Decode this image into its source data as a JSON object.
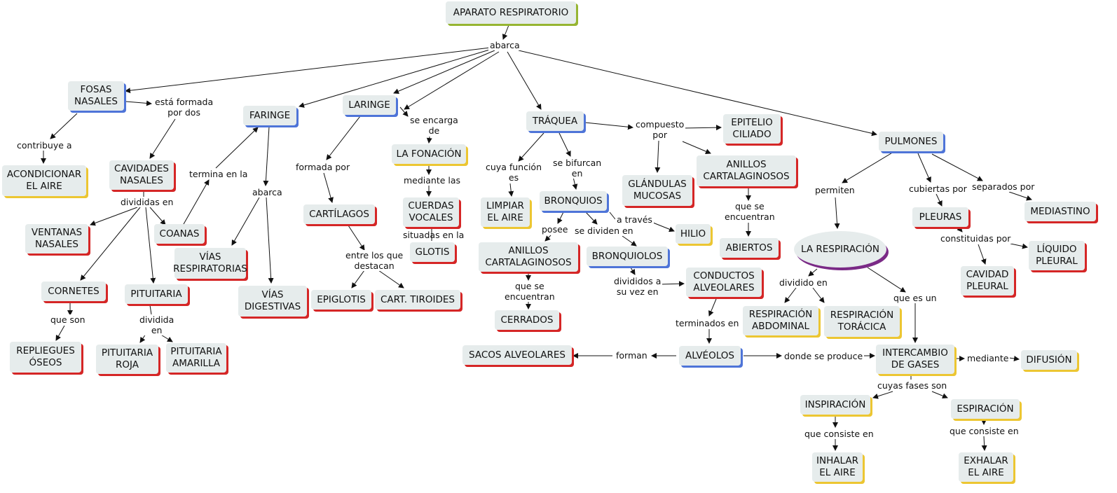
{
  "nodes": {
    "aparato": "APARATO RESPIRATORIO",
    "fosas": "FOSAS\nNASALES",
    "faringe": "FARINGE",
    "laringe": "LARINGE",
    "traquea": "TRÁQUEA",
    "pulmones": "PULMONES",
    "acondicionar": "ACONDICIONAR\nEL AIRE",
    "cavidades": "CAVIDADES\nNASALES",
    "ventanas": "VENTANAS\nNASALES",
    "coanas": "COANAS",
    "cornetes": "CORNETES",
    "pituitaria": "PITUITARIA",
    "repliegues": "REPLIEGUES\nÓSEOS",
    "pit_roja": "PITUITARIA\nROJA",
    "pit_amarilla": "PITUITARIA\nAMARILLA",
    "vias_resp": "VÍAS\nRESPIRATORIAS",
    "vias_dig": "VÍAS\nDIGESTIVAS",
    "cartilagos": "CARTÍLAGOS",
    "epiglotis": "EPIGLOTIS",
    "cart_tiroides": "CART. TIROIDES",
    "fonacion": "LA FONACIÓN",
    "cuerdas": "CUERDAS\nVOCALES",
    "glotis": "GLOTIS",
    "limpiar": "LIMPIAR\nEL AIRE",
    "bronquios": "BRONQUIOS",
    "anillos_b": "ANILLOS\nCARTALAGINOSOS",
    "cerrados": "CERRADOS",
    "bronquiolos": "BRONQUIOLOS",
    "hilio": "HILIO",
    "conductos": "CONDUCTOS\nALVEOLARES",
    "alveolos": "ALVÉOLOS",
    "sacos": "SACOS ALVEOLARES",
    "epitelio": "EPITELIO\nCILIADO",
    "glandulas": "GLÁNDULAS\nMUCOSAS",
    "anillos_t": "ANILLOS\nCARTALAGINOSOS",
    "abiertos": "ABIERTOS",
    "respiracion": "LA RESPIRACIÓN",
    "pleuras": "PLEURAS",
    "mediastino": "MEDIASTINO",
    "liquido": "LÍQUIDO\nPLEURAL",
    "cavidad_pl": "CAVIDAD\nPLEURAL",
    "resp_abd": "RESPIRACIÓN\nABDOMINAL",
    "resp_tor": "RESPIRACIÓN\nTORÁCICA",
    "intercambio": "INTERCAMBIO\nDE GASES",
    "difusion": "DIFUSIÓN",
    "inspiracion": "INSPIRACIÓN",
    "espiracion": "ESPIRACIÓN",
    "inhalar": "INHALAR\nEL AIRE",
    "exhalar": "EXHALAR\nEL AIRE"
  },
  "links": {
    "abarca": "abarca",
    "contribuye": "contribuye a",
    "formada_por_dos": "está formada\npor dos",
    "divididas": "divididas en",
    "termina": "termina en la",
    "abarca2": "abarca",
    "que_son": "que son",
    "dividida": "dividida\nen",
    "formada_por": "formada por",
    "entre": "entre los que\ndestacan",
    "encarga": "se encarga\nde",
    "mediante_las": "mediante las",
    "situadas": "situadas en la",
    "cuya_funcion": "cuya función\nes",
    "bifurcan": "se bifurcan\nen",
    "posee": "posee",
    "dividen": "se dividen en",
    "traves": "a través",
    "que_se_enc_b": "que se\nencuentran",
    "divididos_vez": "divididos a\nsu vez en",
    "terminados": "terminados en",
    "forman": "forman",
    "donde": "donde se produce",
    "compuesto": "compuesto\npor",
    "que_se_enc_t": "que se\nencuentran",
    "permiten": "permiten",
    "cubiertas": "cubiertas por",
    "separados": "separados por",
    "constituidas": "constituidas por",
    "dividido_en": "dividido en",
    "que_es_un": "que es un",
    "mediante": "mediante",
    "fases": "cuyas fases son",
    "consiste_i": "que consiste en",
    "consiste_e": "que consiste en"
  },
  "colors": {
    "node_fill": "#e6ecec",
    "red": "#d52626",
    "blue": "#4e74d8",
    "yellow": "#ecc632",
    "green": "#96b532",
    "purple": "#7a2a86"
  }
}
